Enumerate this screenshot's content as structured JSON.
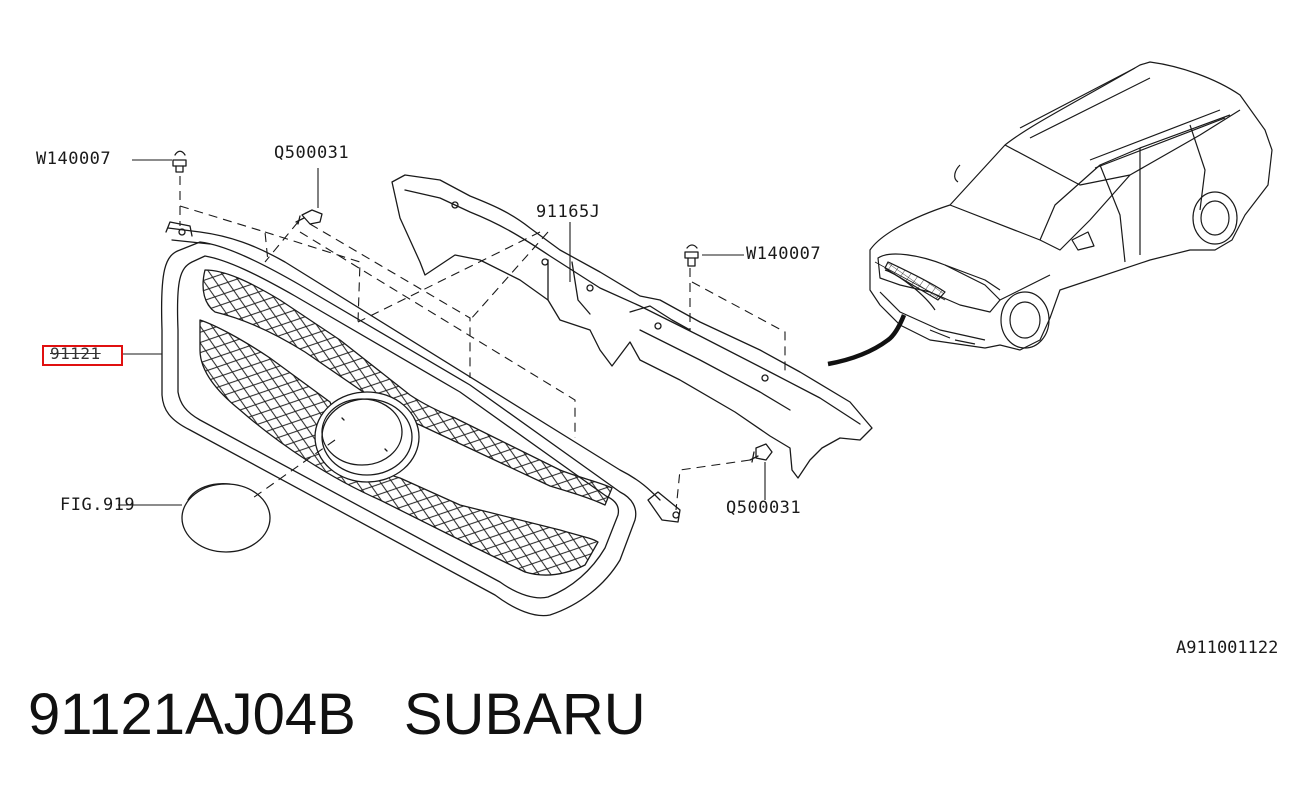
{
  "callouts": {
    "w_top_left": "W140007",
    "q_top": "Q500031",
    "panel": "91165J",
    "w_right": "W140007",
    "grille": "91121",
    "fig": "FIG.919",
    "q_bottom": "Q500031"
  },
  "reference_code": "A911001122",
  "caption": {
    "part_number": "91121AJ04B",
    "brand": "SUBARU"
  },
  "colors": {
    "line": "#1a1a1a",
    "highlight": "#e01010"
  }
}
